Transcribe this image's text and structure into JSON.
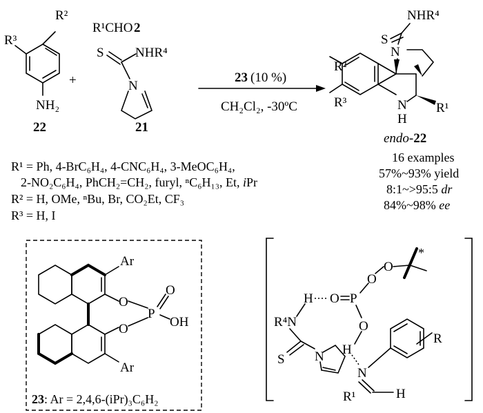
{
  "reactant_aniline": {
    "r2": "R²",
    "r3": "R³",
    "nh2": "NH₂",
    "label": "22"
  },
  "plus": "+",
  "reactant_aldehyde": {
    "formula": "R¹CHO",
    "label": "2"
  },
  "reactant_thiourea": {
    "s": "S",
    "nhr4": "NHR⁴",
    "n": "N",
    "label": "21"
  },
  "conditions": {
    "catalyst_label": "23",
    "catalyst_loading": "(10 %)",
    "solvent_temp": "CH₂Cl₂, -30ºC"
  },
  "product": {
    "nhr4": "NHR⁴",
    "s": "S",
    "n_top": "N",
    "r2": "R²",
    "r3": "R³",
    "n": "N",
    "h": "H",
    "r1": "R¹",
    "label_prefix": "endo-",
    "label_num": "22",
    "results": [
      "16 examples",
      "57%~93% yield"
    ],
    "dr_value": "8:1~>95:5",
    "dr_unit": "dr",
    "ee_value": "84%~98%",
    "ee_unit": "ee"
  },
  "substituents": {
    "r1_line1": "R¹ = Ph,  4-BrC₆H₄, 4-CNC₆H₄, 3-MeOC₆H₄,",
    "r1_line2_a": "2-NO₂C₆H₄, PhCH₂=CH₂, furyl, ⁿC₆H₁₃, Et, ",
    "r1_line2_b": "i",
    "r1_line2_c": "Pr",
    "r2": "R² = H, OMe, ⁿBu, Br, CO₂Et, CF₃",
    "r3": "R³ = H, I"
  },
  "catalyst": {
    "ar_top": "Ar",
    "ar_bottom": "Ar",
    "o1": "O",
    "o2": "O",
    "p": "P",
    "o_double": "O",
    "oh": "OH",
    "caption_num": "23",
    "caption_text": ": Ar = 2,4,6-(iPr)₃C₆H₂"
  },
  "transition_state": {
    "r4n": "R⁴N",
    "h1": "H",
    "o1": "O",
    "p": "P",
    "o_ring1": "O",
    "o_ring2": "O",
    "star": "*",
    "o_bottom": "O",
    "h2": "H",
    "n_imine": "N",
    "r": "R",
    "s": "S",
    "n_ring": "N",
    "r1": "R¹",
    "h3": "H"
  }
}
